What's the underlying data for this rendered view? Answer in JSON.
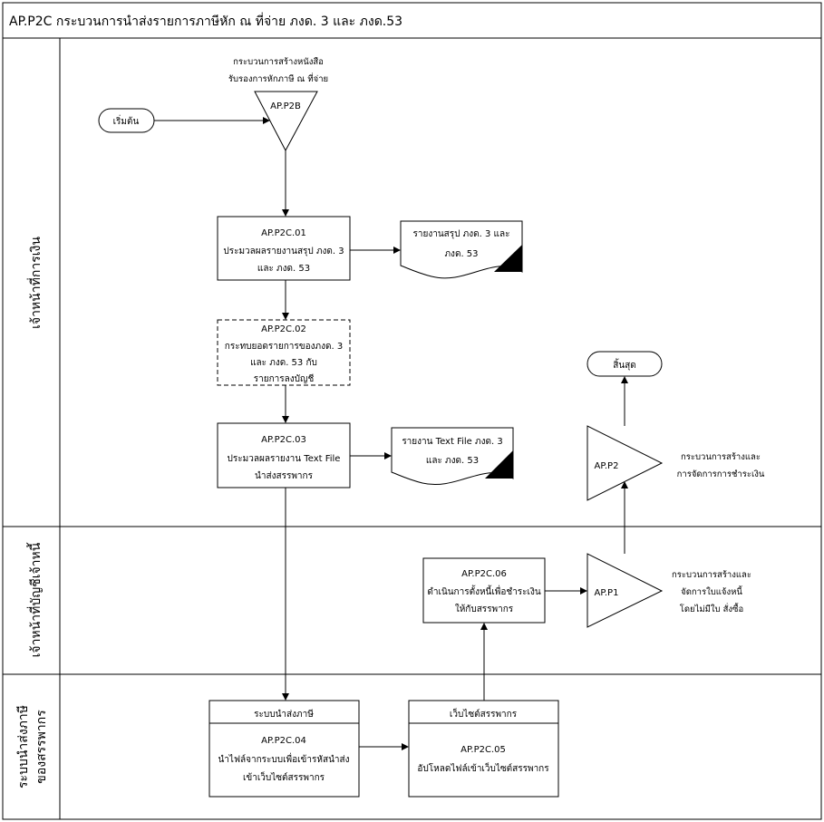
{
  "title": "AP.P2C กระบวนการนำส่งรายการภาษีหัก ณ ที่จ่าย ภงด. 3 และ ภงด.53",
  "lanes": {
    "finance": "เจ้าหน้าที่การเงิน",
    "ap": "เจ้าหน้าที่บัญชีเจ้าหนี้",
    "system_1": "ระบบนำส่งภาษี",
    "system_2": "ของสรรพากร"
  },
  "nodes": {
    "start": "เริ่มต้น",
    "end": "สิ้นสุด",
    "p2b_code": "AP.P2B",
    "p2b_note_1": "กระบวนการสร้างหนังสือ",
    "p2b_note_2": "รับรองการหักภาษี ณ ที่จ่าย",
    "c01_code": "AP.P2C.01",
    "c01_1": "ประมวลผลรายงานสรุป ภงด. 3",
    "c01_2": "และ ภงด. 53",
    "doc1_1": "รายงานสรุป ภงด. 3 และ",
    "doc1_2": "ภงด. 53",
    "c02_code": "AP.P2C.02",
    "c02_1": "กระทบยอดรายการของภงด. 3",
    "c02_2": "และ ภงด. 53 กับ",
    "c02_3": "รายการลงบัญชี",
    "c03_code": "AP.P2C.03",
    "c03_1": "ประมวลผลรายงาน Text File",
    "c03_2": "นำส่งสรรพากร",
    "doc2_1": "รายงาน Text File ภงด. 3",
    "doc2_2": "และ ภงด. 53",
    "p2_code": "AP.P2",
    "p2_note_1": "กระบวนการสร้างและ",
    "p2_note_2": "การจัดการการชำระเงิน",
    "c06_code": "AP.P2C.06",
    "c06_1": "ดำเนินการตั้งหนี้เพื่อชำระเงิน",
    "c06_2": "ให้กับสรรพากร",
    "p1_code": "AP.P1",
    "p1_note_1": "กระบวนการสร้างและ",
    "p1_note_2": "จัดการใบแจ้งหนี้",
    "p1_note_3": "โดยไม่มีใบ สั่งซื้อ",
    "c04_header": "ระบบนำส่งภาษี",
    "c04_code": "AP.P2C.04",
    "c04_1": "นำไฟล์จากระบบเพื่อเข้ารหัสนำส่ง",
    "c04_2": "เข้าเว็บไซต์สรรพากร",
    "c05_header": "เว็บไซต์สรรพากร",
    "c05_code": "AP.P2C.05",
    "c05_1": "อัปโหลดไฟล์เข้าเว็บไซต์สรรพากร"
  }
}
